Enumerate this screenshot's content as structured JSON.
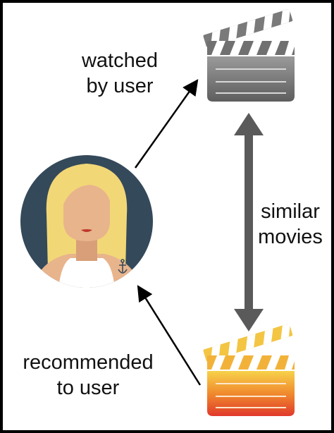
{
  "labels": {
    "watched": [
      "watched",
      "by user"
    ],
    "similar": [
      "similar",
      "movies"
    ],
    "recommended": [
      "recommended",
      "to user"
    ]
  },
  "icons": {
    "user": "user-avatar-icon",
    "watched_movie": "clapperboard-icon",
    "recommended_movie": "clapperboard-icon"
  },
  "colors": {
    "border": "#000000",
    "background": "#ffffff",
    "avatar_bg": "#34495a",
    "hair": "#f2d777",
    "skin": "#e8b48c",
    "shirt": "#ffffff",
    "watched_clapper_top": "#8a8a8a",
    "watched_clapper_bottom": "#5e5e5e",
    "recommended_clapper_top": "#f4c542",
    "recommended_clapper_bottom": "#e0392b",
    "similarity_arrow": "#5a5a5a",
    "arrow": "#000000"
  }
}
